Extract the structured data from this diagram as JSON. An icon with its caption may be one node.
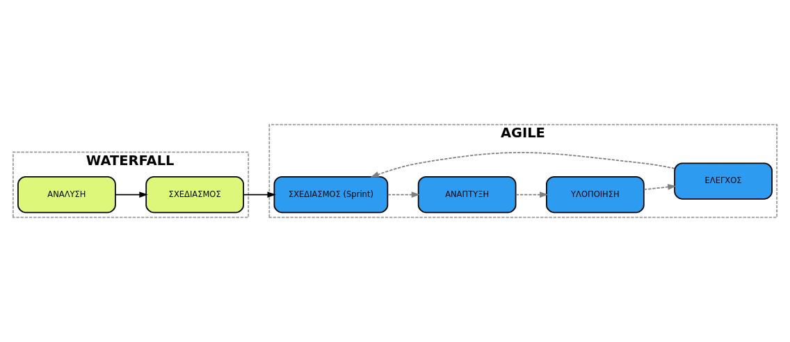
{
  "diagram": {
    "nodes": [
      {
        "text": [
          "WATERFALL"
        ]
      },
      {
        "text": [
          "ΑΝΑΛΥΣΗ"
        ],
        "in": 0
      },
      {
        "text": [
          "ΣΧΕΔΙΑΣΜΟΣ"
        ],
        "in": 0
      },
      {
        "text": [
          "AGILE"
        ]
      },
      {
        "text": [
          "ΣΧΕΔΙΑΣΜΟΣ (Sprint)"
        ],
        "in": 3
      },
      {
        "text": [
          "ΑΝΑΠΤΥΞΗ"
        ],
        "in": 3
      },
      {
        "text": [
          "ΥΛΟΠΟΙΗΣΗ"
        ],
        "in": 3
      },
      {
        "text": [
          "ΕΛΕΓΧΟΣ"
        ],
        "in": 3
      }
    ],
    "edges": [
      {
        "from": 1,
        "to": 2,
        "arrow": "to",
        "color": "#000000"
      },
      {
        "from": 2,
        "to": 4,
        "arrow": "to",
        "color": "#000000"
      },
      {
        "from": 4,
        "to": 5,
        "arrow": "to",
        "style": "dashed",
        "color": "#808080"
      },
      {
        "from": 5,
        "to": 6,
        "arrow": "to",
        "style": "dashed",
        "color": "#808080"
      },
      {
        "from": 6,
        "to": 7,
        "arrow": "to",
        "style": "dashed",
        "color": "#808080"
      },
      {
        "from": 7,
        "to": 4,
        "arrow": "to",
        "style": "dashed",
        "color": "#808080"
      }
    ]
  }
}
